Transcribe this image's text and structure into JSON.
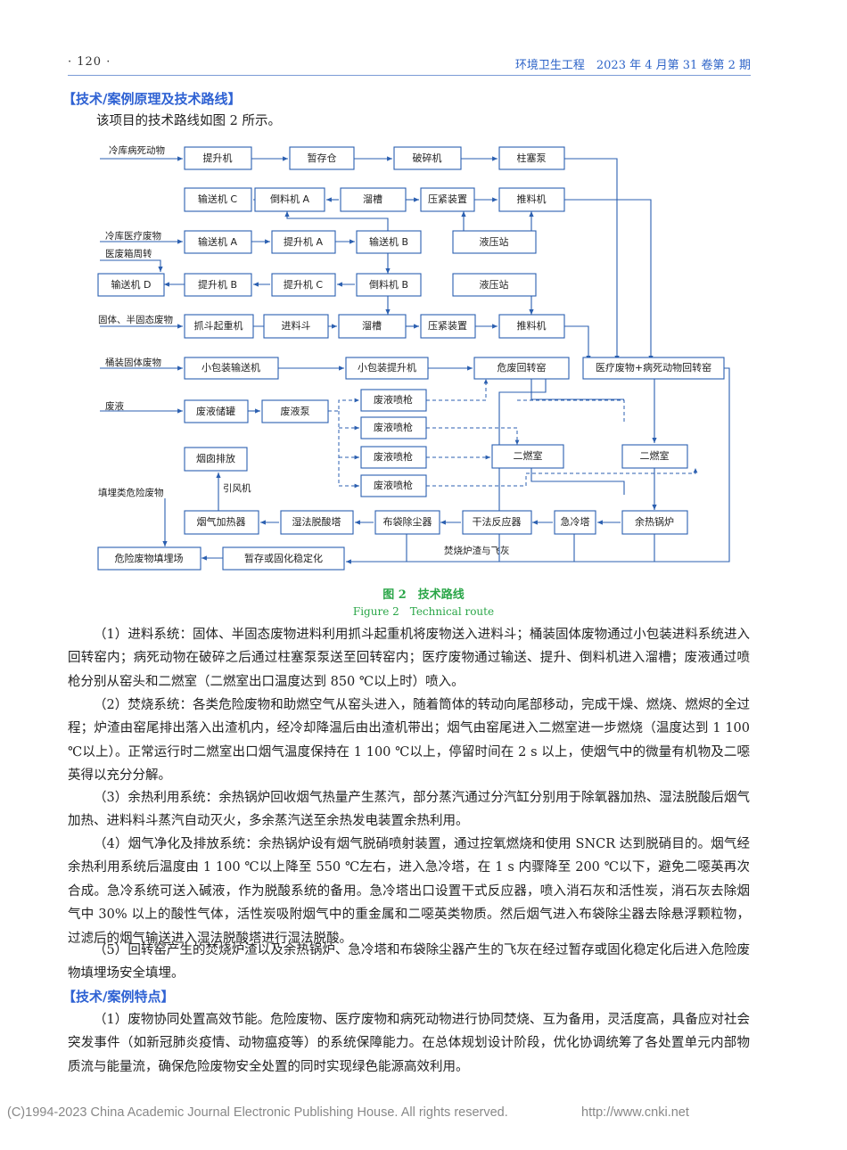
{
  "header": {
    "page_number": "· 120 ·",
    "journal": "环境卫生工程　2023 年 4 月第 31 卷第 2 期"
  },
  "section1": {
    "title": "【技术/案例原理及技术路线】",
    "intro": "该项目的技术路线如图 2 所示。"
  },
  "figure": {
    "title_cn": "图 2　技术路线",
    "title_en": "Figure 2　Technical route",
    "input_labels": {
      "cold_animals": "冷库病死动物",
      "cold_medical": "冷库医疗废物",
      "medical_box": "医废箱周转",
      "solid": "固体、半固态废物",
      "barrel": "桶装固体废物",
      "liquid": "废液",
      "landfill_waste": "填埋类危险废物",
      "fan": "引风机",
      "slag": "焚烧炉渣与飞灰"
    },
    "boxes": {
      "b_lift": "提升机",
      "b_store": "暂存仓",
      "b_crusher": "破碎机",
      "b_pump": "柱塞泵",
      "b_convC": "输送机 C",
      "b_dumpA": "倒料机 A",
      "b_chute1": "溜槽",
      "b_press1": "压紧装置",
      "b_push1": "推料机",
      "b_convA": "输送机 A",
      "b_liftA": "提升机 A",
      "b_convB": "输送机 B",
      "b_hyd1": "液压站",
      "b_convD": "输送机 D",
      "b_liftB": "提升机 B",
      "b_liftC": "提升机 C",
      "b_dumpB": "倒料机 B",
      "b_hyd2": "液压站",
      "b_grab": "抓斗起重机",
      "b_hopper": "进料斗",
      "b_chute2": "溜槽",
      "b_press2": "压紧装置",
      "b_push2": "推料机",
      "b_smallconv": "小包装输送机",
      "b_smalllift": "小包装提升机",
      "b_kiln1": "危废回转窑",
      "b_kiln2": "医疗废物+病死动物回转窑",
      "b_tank": "废液储罐",
      "b_lpump": "废液泵",
      "b_gun1": "废液喷枪",
      "b_gun2": "废液喷枪",
      "b_gun3": "废液喷枪",
      "b_gun4": "废液喷枪",
      "b_sec1": "二燃室",
      "b_sec2": "二燃室",
      "b_stack": "烟囱排放",
      "b_heater": "烟气加热器",
      "b_wet": "湿法脱酸塔",
      "b_bag": "布袋除尘器",
      "b_dry": "干法反应器",
      "b_quench": "急冷塔",
      "b_boiler": "余热锅炉",
      "b_landfill": "危险废物填埋场",
      "b_stab": "暂存或固化稳定化"
    }
  },
  "paragraphs": {
    "p1": "（1）进料系统：固体、半固态废物进料利用抓斗起重机将废物送入进料斗；桶装固体废物通过小包装进料系统进入回转窑内；病死动物在破碎之后通过柱塞泵泵送至回转窑内；医疗废物通过输送、提升、倒料机进入溜槽；废液通过喷枪分别从窑头和二燃室（二燃室出口温度达到 850 ℃以上时）喷入。",
    "p2": "（2）焚烧系统：各类危险废物和助燃空气从窑头进入，随着筒体的转动向尾部移动，完成干燥、燃烧、燃烬的全过程；炉渣由窑尾排出落入出渣机内，经冷却降温后由出渣机带出；烟气由窑尾进入二燃室进一步燃烧（温度达到 1 100 ℃以上）。正常运行时二燃室出口烟气温度保持在 1 100 ℃以上，停留时间在 2 s 以上，使烟气中的微量有机物及二噁英得以充分分解。",
    "p3": "（3）余热利用系统：余热锅炉回收烟气热量产生蒸汽，部分蒸汽通过分汽缸分别用于除氧器加热、湿法脱酸后烟气加热、进料料斗蒸汽自动灭火，多余蒸汽送至余热发电装置余热利用。",
    "p4": "（4）烟气净化及排放系统：余热锅炉设有烟气脱硝喷射装置，通过控氧燃烧和使用 SNCR 达到脱硝目的。烟气经余热利用系统后温度由 1 100 ℃以上降至 550 ℃左右，进入急冷塔，在 1 s 内骤降至 200 ℃以下，避免二噁英再次合成。急冷系统可送入碱液，作为脱酸系统的备用。急冷塔出口设置干式反应器，喷入消石灰和活性炭，消石灰去除烟气中 30% 以上的酸性气体，活性炭吸附烟气中的重金属和二噁英类物质。然后烟气进入布袋除尘器去除悬浮颗粒物，过滤后的烟气输送进入湿法脱酸塔进行湿法脱酸。",
    "p5": "（5）回转窑产生的焚烧炉渣以及余热锅炉、急冷塔和布袋除尘器产生的飞灰在经过暂存或固化稳定化后进入危险废物填埋场安全填埋。"
  },
  "section2": {
    "title": "【技术/案例特点】",
    "p1": "（1）废物协同处置高效节能。危险废物、医疗废物和病死动物进行协同焚烧、互为备用，灵活度高，具备应对社会突发事件（如新冠肺炎疫情、动物瘟疫等）的系统保障能力。在总体规划设计阶段，优化协调统筹了各处置单元内部物质流与能量流，确保危险废物安全处置的同时实现绿色能源高效利用。"
  },
  "footer": {
    "copyright": "(C)1994-2023 China Academic Journal Electronic Publishing House. All rights reserved.",
    "url": "http://www.cnki.net"
  },
  "colors": {
    "accent_blue": "#2f62d3",
    "figure_green": "#2aa648",
    "line_blue": "#2b5fb0"
  }
}
